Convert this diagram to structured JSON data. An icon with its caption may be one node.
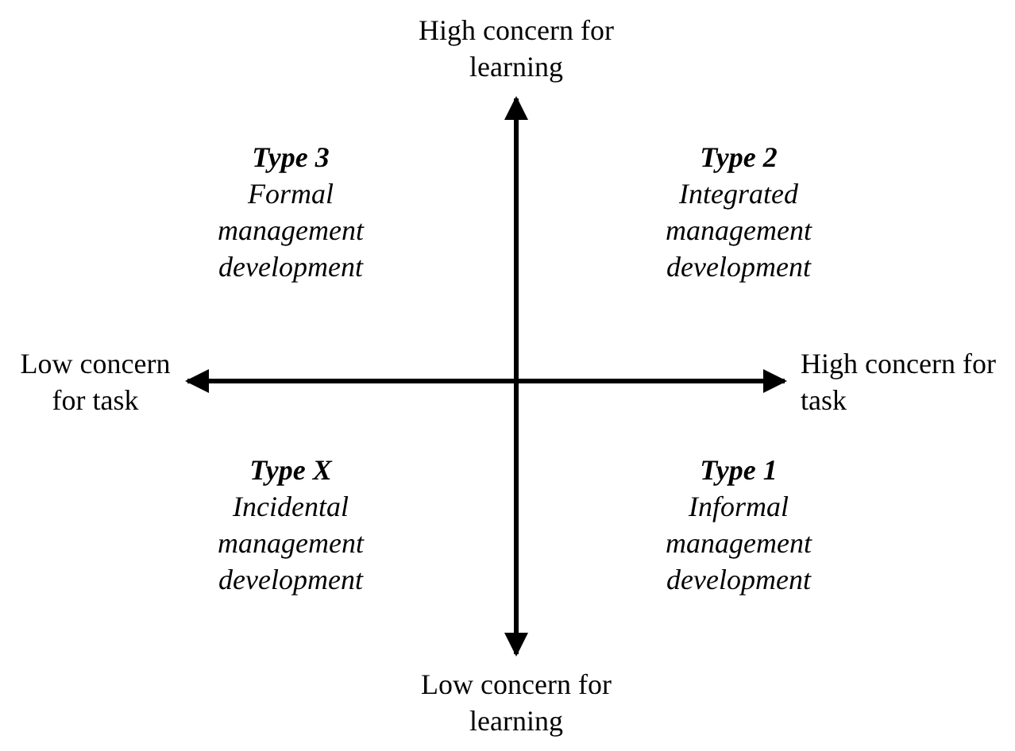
{
  "diagram": {
    "labels": [
      "High concern for learning",
      "Type 3",
      "Formal management development",
      "Type 2",
      "Integrated management development",
      "Low concern for task",
      "High concern for task",
      "Type X",
      "Incidental management development",
      "Type 1",
      "Informal management development",
      "Low concern for learning"
    ]
  }
}
